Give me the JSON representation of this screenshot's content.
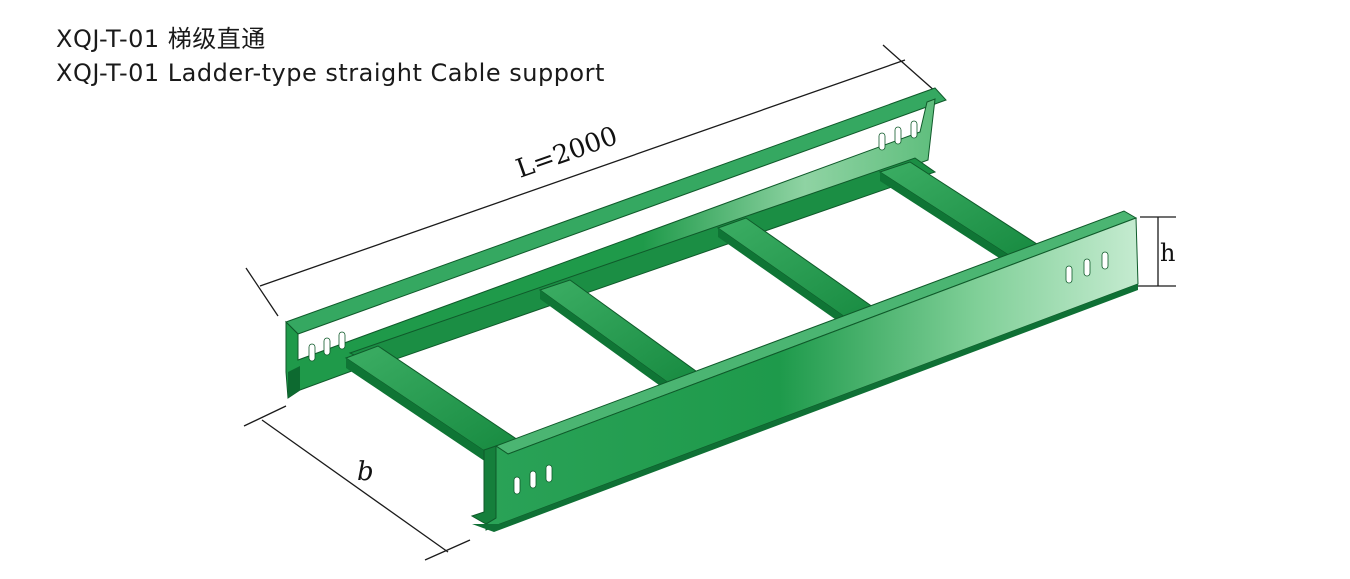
{
  "title": {
    "line1": "XQJ-T-01 梯级直通",
    "line2": "XQJ-T-01 Ladder-type straight Cable support"
  },
  "dimensions": {
    "length": "L=2000",
    "width": "b",
    "height": "h"
  },
  "colors": {
    "tray_green": "#1f9a4a",
    "tray_light": "#9fd8b0",
    "tray_dark": "#0d6a30",
    "outline": "#1a1a1a"
  }
}
